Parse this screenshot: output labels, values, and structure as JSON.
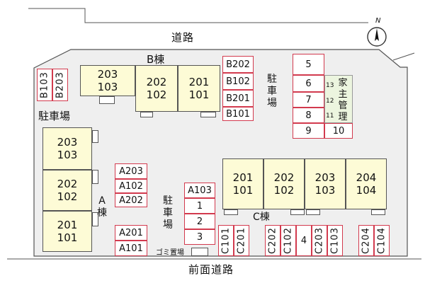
{
  "roads": {
    "top": "道路",
    "bottom": "前面道路"
  },
  "compass": {
    "label": "N"
  },
  "building_b": {
    "label": "B棟",
    "units": [
      [
        "203",
        "103"
      ],
      [
        "202",
        "102"
      ],
      [
        "201",
        "101"
      ]
    ]
  },
  "building_a": {
    "label": "A棟",
    "units": [
      [
        "203",
        "103"
      ],
      [
        "202",
        "102"
      ],
      [
        "201",
        "101"
      ]
    ]
  },
  "building_c": {
    "label": "C棟",
    "units": [
      [
        "201",
        "101"
      ],
      [
        "202",
        "102"
      ],
      [
        "203",
        "103"
      ],
      [
        "204",
        "104"
      ]
    ]
  },
  "parking_left_top": [
    "B103",
    "B203"
  ],
  "parking_left_label": "駐車場",
  "parking_b_stack": [
    "B202",
    "B102",
    "B201",
    "B101"
  ],
  "parking_center_label": "駐車場",
  "parking_right_stack": [
    "5",
    "6",
    "7",
    "8",
    "9"
  ],
  "parking_right_small": [
    "13",
    "12",
    "11"
  ],
  "parking_right_10": "10",
  "manager_label": "家主管理",
  "parking_a_stack_top": [
    "A203",
    "A102",
    "A202"
  ],
  "parking_a_stack_bottom": [
    "A201",
    "A101"
  ],
  "parking_middle_stack": [
    "A103",
    "1",
    "2",
    "3"
  ],
  "parking_middle_label": "駐車場",
  "parking_bottom_row": [
    "C101",
    "C201",
    "C202",
    "C102",
    "4",
    "C203",
    "C103",
    "C204",
    "C104"
  ],
  "garbage_label": "ゴミ置場"
}
